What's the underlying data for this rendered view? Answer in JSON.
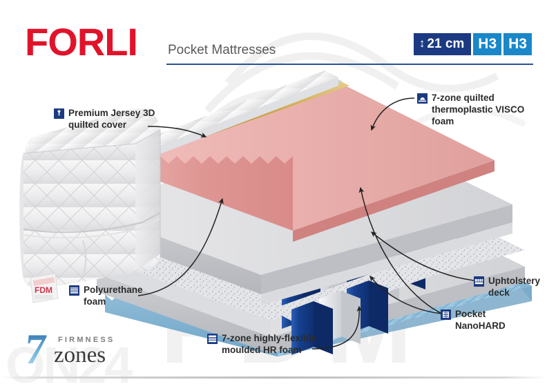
{
  "header": {
    "brand": "FORLI",
    "subtitle": "Pocket Mattresses"
  },
  "badges": [
    {
      "name": "height-badge",
      "arrow": "↕",
      "label": "21 cm",
      "color": "#1b3a82"
    },
    {
      "name": "firmness-badge-1",
      "label": "H3",
      "color": "#1a87c8"
    },
    {
      "name": "firmness-badge-2",
      "label": "H3",
      "color": "#1a87c8"
    }
  ],
  "callouts": {
    "cover": {
      "icon": "jersey-cover-icon",
      "text": "Premium Jersey 3D\nquilted cover"
    },
    "visco": {
      "icon": "visco-foam-icon",
      "text": "7-zone quilted\nthermoplastic VISCO\nfoam"
    },
    "pu": {
      "icon": "pu-foam-icon",
      "text": "Polyurethane\nfoam"
    },
    "hr": {
      "icon": "hr-foam-icon",
      "text": "7-zone highly-flexible\nmoulded HR foam"
    },
    "deck": {
      "icon": "upholstery-deck-icon",
      "text": "Uphtolstery\ndeck"
    },
    "pocket": {
      "icon": "pocket-spring-icon",
      "text": "Pocket\nNanoHARD"
    }
  },
  "zones_logo": {
    "numeral": "7",
    "firmness": "FIRMNESS",
    "zones": "zones"
  },
  "watermarks": {
    "product": "FDM",
    "site": "ON24"
  },
  "illustration": {
    "tag_label": "FDM",
    "colors": {
      "cover": "#e9e9eb",
      "visco_foam": "#e39a9a",
      "gold_strip": "#caa349",
      "pu_foam": "#d9d9d9",
      "spring_blue": "#1d4fa0",
      "spring_fabric": "#f0f0f0",
      "hr_foam": "#9cc6e0",
      "deck_grey": "#c9cdd1"
    }
  }
}
